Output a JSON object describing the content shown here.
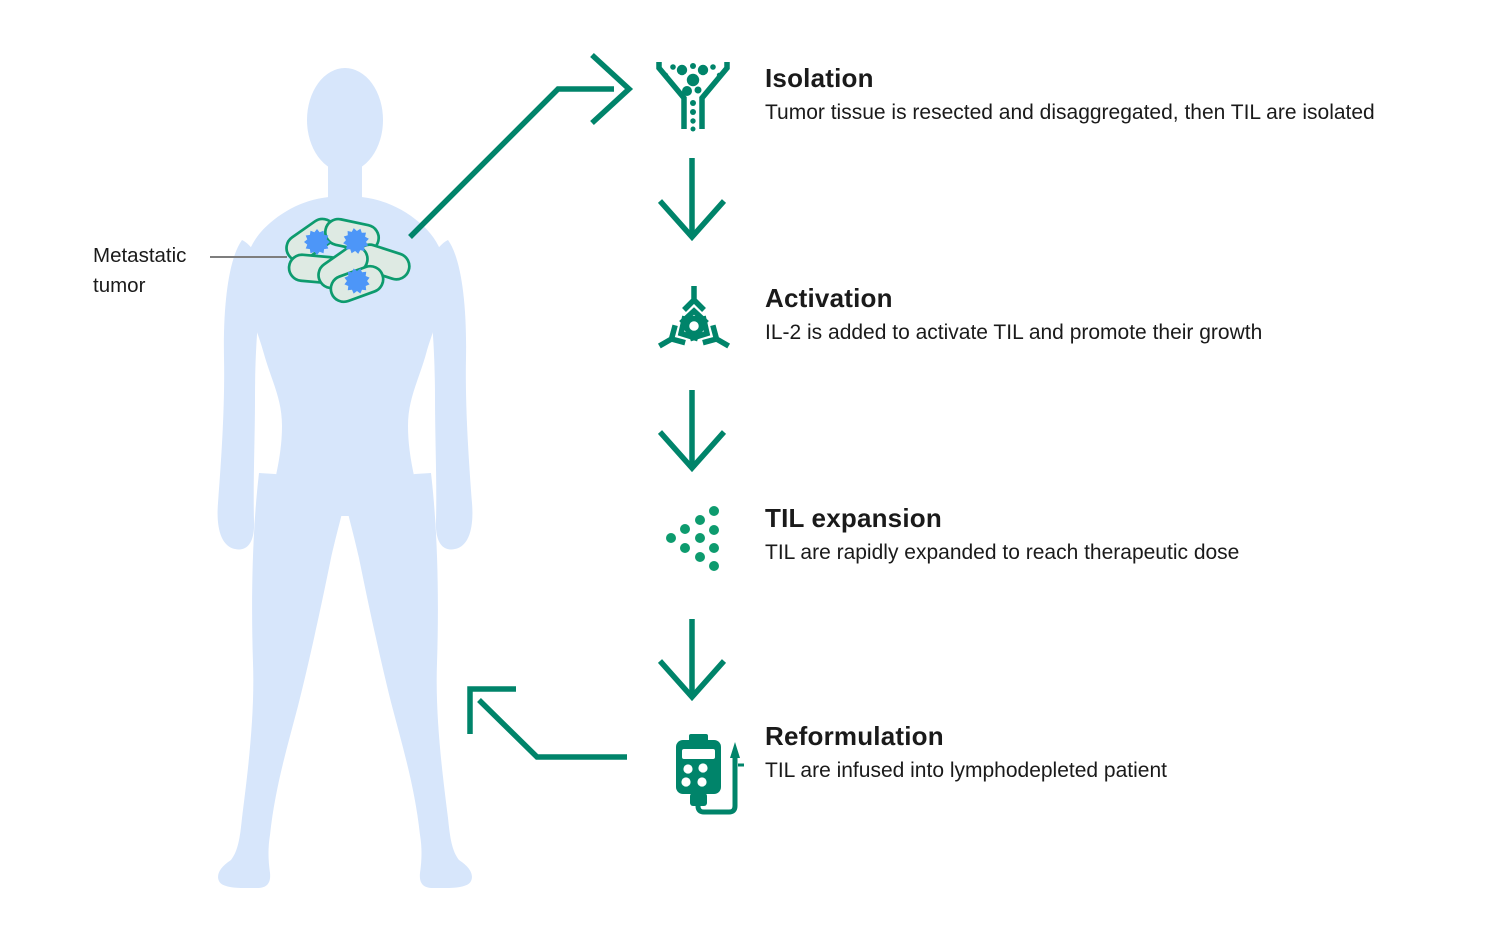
{
  "figure": {
    "body_label": {
      "line1": "Metastatic",
      "line2": "tumor"
    },
    "steps": [
      {
        "id": "isolation",
        "title": "Isolation",
        "description": "Tumor tissue is resected and disaggregated, then TIL are isolated",
        "icon": "funnel-cells-icon"
      },
      {
        "id": "activation",
        "title": "Activation",
        "description": "IL-2 is added to activate TIL and promote their growth",
        "icon": "receptor-cell-icon"
      },
      {
        "id": "til-expansion",
        "title": "TIL expansion",
        "description": "TIL are rapidly expanded to reach therapeutic dose",
        "icon": "expanding-cells-icon"
      },
      {
        "id": "reformulation",
        "title": "Reformulation",
        "description": "TIL are infused into lymphodepleted patient",
        "icon": "iv-bag-icon"
      }
    ],
    "colors": {
      "arrow_green": "#00846A",
      "cell_green": "#0D9B6E",
      "cell_fill": "#DEEAE3",
      "til_blue": "#4D96F8",
      "body_blue": "#D7E6FB",
      "text": "#1A1A1A",
      "label_line_gray": "#7E7E7E"
    }
  }
}
